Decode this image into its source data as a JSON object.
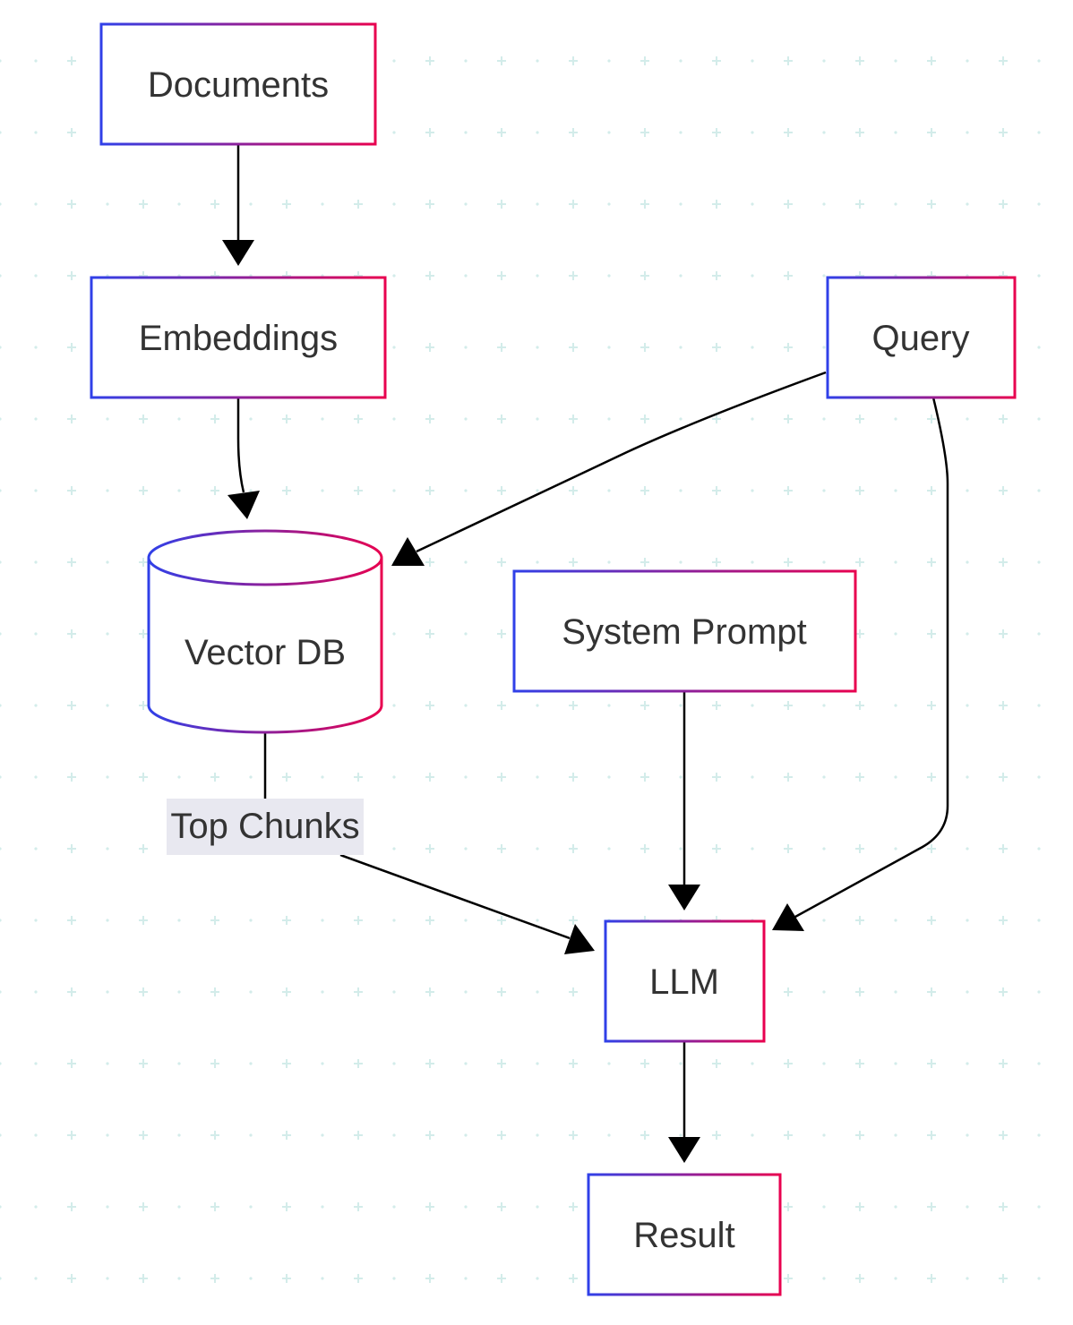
{
  "colors": {
    "background": "#ffffff",
    "grid": "#d3ecea",
    "border_start": "#3040e8",
    "border_end": "#e8004f",
    "node_fill": "#ffffff",
    "edge": "#000000",
    "label_bg": "#e8e8f0",
    "text": "#333333"
  },
  "nodes": {
    "documents": {
      "label": "Documents",
      "shape": "rectangle"
    },
    "embeddings": {
      "label": "Embeddings",
      "shape": "rectangle"
    },
    "query": {
      "label": "Query",
      "shape": "rectangle"
    },
    "vector_db": {
      "label": "Vector DB",
      "shape": "cylinder"
    },
    "system_prompt": {
      "label": "System Prompt",
      "shape": "rectangle"
    },
    "llm": {
      "label": "LLM",
      "shape": "rectangle"
    },
    "result": {
      "label": "Result",
      "shape": "rectangle"
    }
  },
  "edges": [
    {
      "from": "documents",
      "to": "embeddings",
      "label": ""
    },
    {
      "from": "embeddings",
      "to": "vector_db",
      "label": ""
    },
    {
      "from": "query",
      "to": "vector_db",
      "label": ""
    },
    {
      "from": "vector_db",
      "to": "llm",
      "label": "Top Chunks"
    },
    {
      "from": "system_prompt",
      "to": "llm",
      "label": ""
    },
    {
      "from": "query",
      "to": "llm",
      "label": ""
    },
    {
      "from": "llm",
      "to": "result",
      "label": ""
    }
  ]
}
